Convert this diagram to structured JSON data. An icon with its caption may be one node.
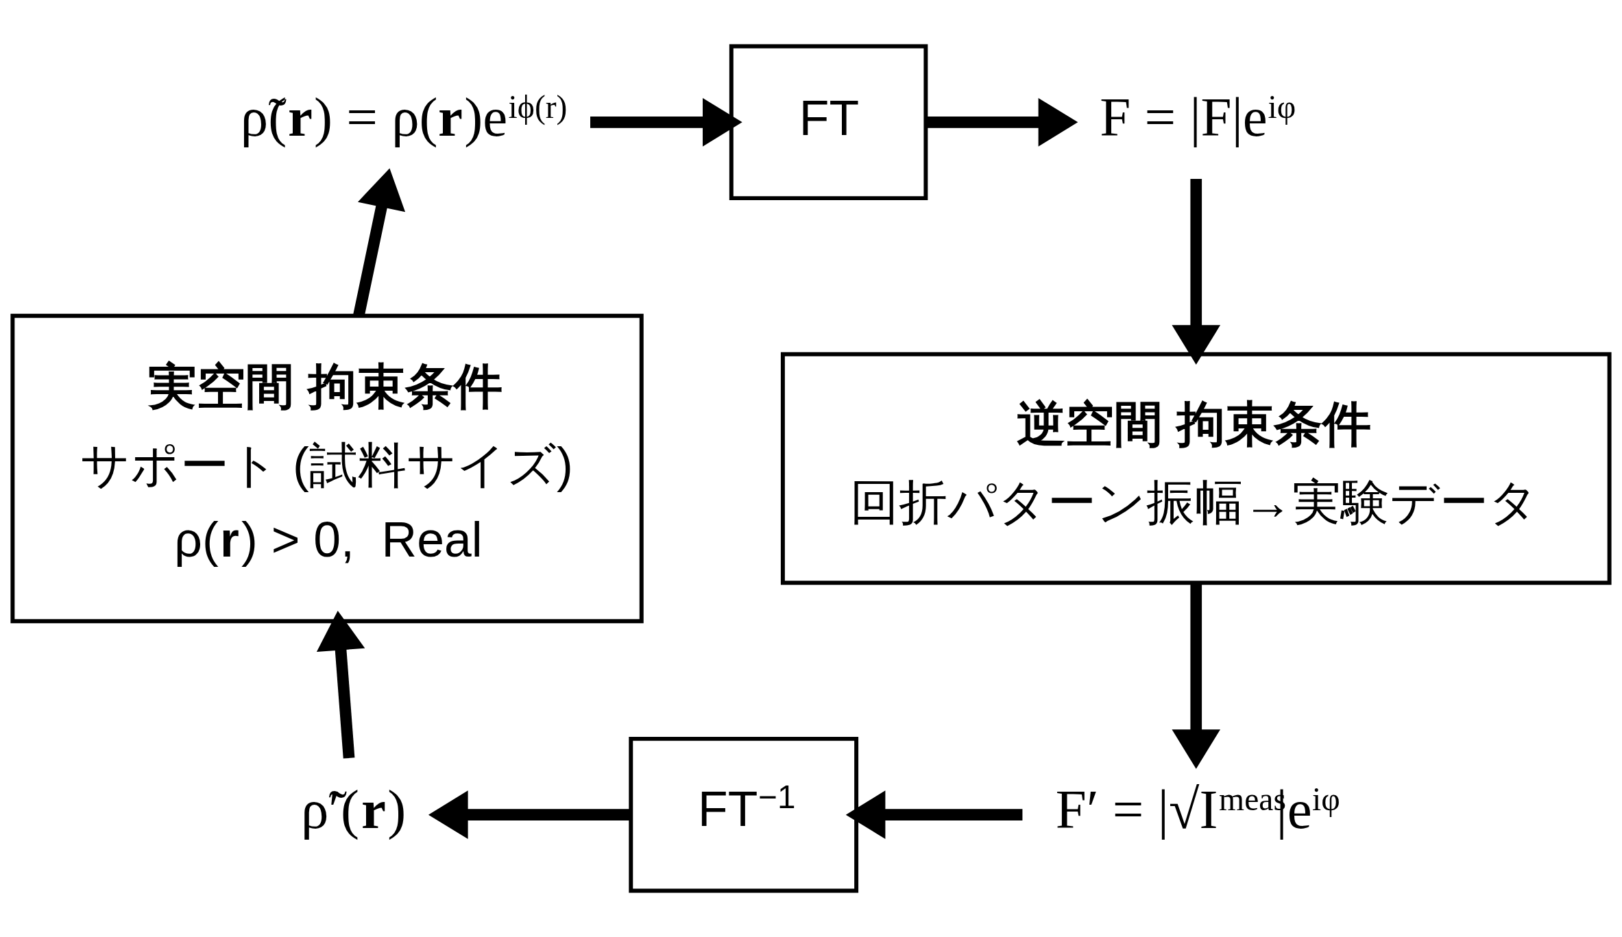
{
  "diagram": {
    "nodes": [
      {
        "text": [
          "ρ̃(**r**) = ρ(**r**)e$^{iϕ(r)}$"
        ]
      },
      {
        "text": [
          "FT"
        ]
      },
      {
        "text": [
          "F = |F|e$^{iφ}$"
        ]
      },
      {
        "text": [
          "逆空間 拘束条件",
          "回折パターン振幅→実験データ"
        ]
      },
      {
        "text": [
          "F′ = |√I$^{meas}$|e$^{iφ}$"
        ]
      },
      {
        "text": [
          "FT$^{−1}$"
        ]
      },
      {
        "text": [
          "ρ̃′(**r**)"
        ]
      },
      {
        "text": [
          "実空間 拘束条件",
          "サポート (試料サイズ)",
          "ρ(**r**) > 0,  Real"
        ]
      }
    ],
    "edges": [
      {
        "from": 0,
        "to": 1,
        "arrow": "to"
      },
      {
        "from": 1,
        "to": 2,
        "arrow": "to"
      },
      {
        "from": 2,
        "to": 3,
        "arrow": "to"
      },
      {
        "from": 3,
        "to": 4,
        "arrow": "to"
      },
      {
        "from": 4,
        "to": 5,
        "arrow": "to"
      },
      {
        "from": 5,
        "to": 6,
        "arrow": "to"
      },
      {
        "from": 6,
        "to": 7,
        "arrow": "to"
      },
      {
        "from": 7,
        "to": 0,
        "arrow": "to"
      }
    ]
  }
}
